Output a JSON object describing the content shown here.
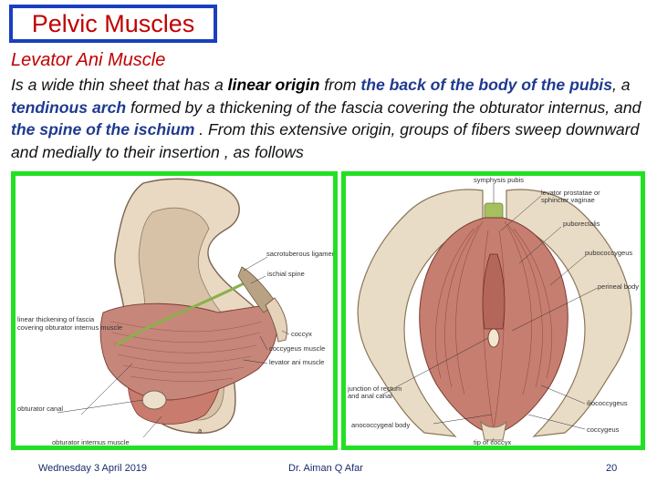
{
  "slide": {
    "title": "Pelvic Muscles",
    "subtitle": "Levator Ani Muscle",
    "paragraph": {
      "t1": "Is a wide thin sheet that has a ",
      "b1": "linear origin",
      "t2": " from ",
      "b2": "the back of the body of the pubis",
      "t3": ", a ",
      "b3": "tendinous arch",
      "t4": " formed by a thickening of the fascia covering the obturator internus, and ",
      "b4": "the spine of the ischium",
      "t5": " . From this extensive origin, groups of fibers sweep downward and medially to their insertion , as follows"
    }
  },
  "figure_left": {
    "labels": {
      "sacrotuberous": "sacrotuberous ligament",
      "ischial_spine": "ischial spine",
      "linear_thickening_1": "linear thickening of fascia",
      "linear_thickening_2": "covering obturator internus muscle",
      "coccyx": "coccyx",
      "coccygeus": "coccygeus muscle",
      "levator_ani": "levator ani muscle",
      "obturator_canal": "obturator canal",
      "obturator_internus": "obturator internus muscle",
      "fig_letter": "a"
    }
  },
  "figure_right": {
    "labels": {
      "symphysis": "symphysis pubis",
      "levator_prostatae_1": "levator prostatae or",
      "levator_prostatae_2": "sphincter vaginae",
      "puborectalis": "puborectalis",
      "pubococcygeus": "pubococcygeus",
      "perineal_body": "perineal body",
      "junction_1": "junction of rectum",
      "junction_2": "and anal canal",
      "iliococcygeus": "iliococcygeus",
      "anococcygeal": "anococcygeal body",
      "coccygeus": "coccygeus",
      "tip_coccyx": "tip of coccyx"
    }
  },
  "footer": {
    "date": "Wednesday 3 April 2019",
    "author": "Dr. Aiman Q Afar",
    "page": "20"
  },
  "colors": {
    "title_red": "#c00000",
    "title_border": "#1a3fbf",
    "highlight_blue": "#1f3a8f",
    "panel_border": "#22e022"
  }
}
